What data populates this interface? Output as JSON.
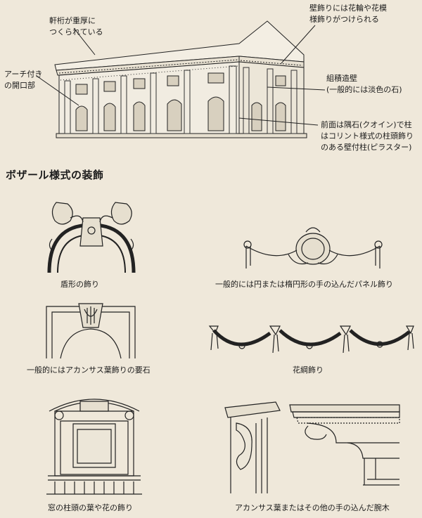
{
  "building_labels": {
    "cornice": "軒桁が重厚に\nつくられている",
    "arch_opening": "アーチ付き\nの開口部",
    "wall_ornament": "壁飾りには花輪や花模\n様飾りがつけられる",
    "masonry_wall": "組積造壁\n(一般的には淡色の石)",
    "quoin_pilaster": "前面は隅石(クオイン)で柱\nはコリント様式の柱頭飾り\nのある壁付柱(ピラスター)"
  },
  "section_title": "ボザール様式の装飾",
  "captions": {
    "cartouche": "盾形の飾り",
    "panel": "一般的には円または楕円形の手の込んだパネル飾り",
    "keystone": "一般的にはアカンサス葉飾りの要石",
    "garland": "花綱飾り",
    "window": "窓の柱頭の葉や花の飾り",
    "bracket": "アカンサス葉またはその他の手の込んだ腕木"
  },
  "colors": {
    "background": "#efe8da",
    "ink": "#1b1b1b"
  }
}
